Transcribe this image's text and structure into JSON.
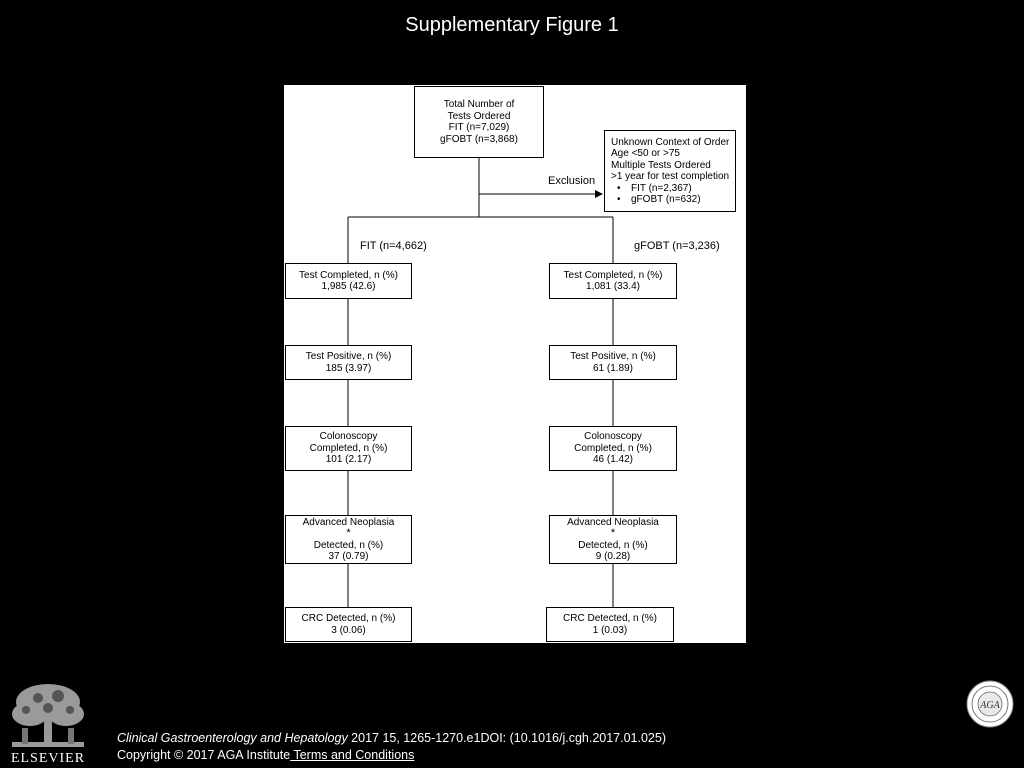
{
  "slide": {
    "title": "Supplementary Figure 1"
  },
  "flowchart": {
    "total": {
      "lines": [
        "Total Number of",
        "Tests Ordered",
        "FIT (n=7,029)",
        "gFOBT (n=3,868)"
      ]
    },
    "exclusion_label": "Exclusion",
    "exclusion": {
      "lines": [
        "Unknown Context of Order",
        "Age <50 or >75",
        "Multiple Tests Ordered",
        ">1 year for test completion"
      ],
      "bullets": [
        "FIT (n=2,367)",
        "gFOBT (n=632)"
      ]
    },
    "fit_label": "FIT (n=4,662)",
    "gfobt_label": "gFOBT (n=3,236)",
    "fit": {
      "completed": [
        "Test Completed, n (%)",
        "1,985 (42.6)"
      ],
      "positive": [
        "Test Positive, n (%)",
        "185 (3.97)"
      ],
      "colonoscopy": [
        "Colonoscopy",
        "Completed, n (%)",
        "101 (2.17)"
      ],
      "neoplasia": [
        "Advanced Neoplasia",
        "Detected, n (%)",
        "37 (0.79)"
      ],
      "crc": [
        "CRC Detected, n (%)",
        "3 (0.06)"
      ]
    },
    "gfobt": {
      "completed": [
        "Test Completed, n (%)",
        "1,081 (33.4)"
      ],
      "positive": [
        "Test Positive, n (%)",
        "61 (1.89)"
      ],
      "colonoscopy": [
        "Colonoscopy",
        "Completed, n (%)",
        "46 (1.42)"
      ],
      "neoplasia": [
        "Advanced Neoplasia",
        "Detected, n (%)",
        "9 (0.28)"
      ],
      "crc": [
        "CRC Detected, n (%)",
        "1 (0.03)"
      ]
    },
    "asterisk": "*"
  },
  "footer": {
    "journal": "Clinical Gastroenterology and Hepatology",
    "citation_rest": " 2017 15, 1265-1270.e1DOI: (10.1016/j.cgh.2017.01.025)",
    "copyright": "Copyright © 2017 AGA Institute",
    "terms_link": " Terms and Conditions",
    "publisher": "ELSEVIER",
    "aga_text": "AGA"
  }
}
